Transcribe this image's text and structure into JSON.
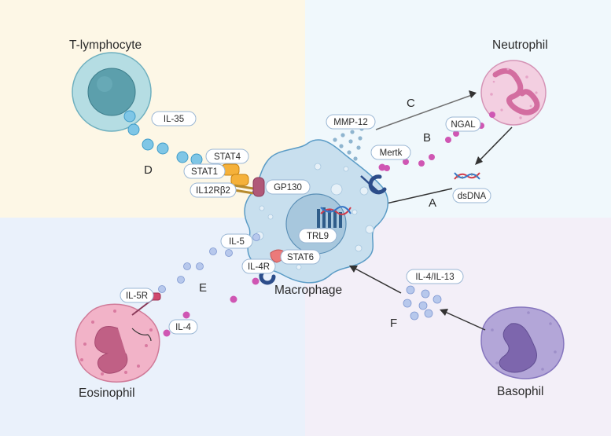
{
  "diagram": {
    "colors": {
      "bg_top_left": "#fdf7e6",
      "bg_top_right": "#f0f8fc",
      "bg_bottom_left": "#eaf1fb",
      "bg_bottom_right": "#f3eff8",
      "macrophage": "#c8dfee",
      "t_cell": "#9fd0da",
      "neutrophil": "#f3cfe1",
      "eosinophil": "#f2b3c8",
      "basophil": "#b3a6d8",
      "cytokine_blue": "#7fc6e6",
      "cytokine_pale": "#b7c8ec",
      "cytokine_pink": "#cf56b3",
      "receptor_orange": "#f5b13a",
      "receptor_mauve": "#b05878"
    },
    "cells": {
      "t_lymphocyte": "T-lymphocyte",
      "neutrophil": "Neutrophil",
      "macrophage": "Macrophage",
      "eosinophil": "Eosinophil",
      "basophil": "Basophil"
    },
    "labels": {
      "il35": "IL-35",
      "stat4": "STAT4",
      "stat1": "STAT1",
      "il12rb2": "IL12Rβ2",
      "gp130": "GP130",
      "mmp12": "MMP-12",
      "mertk": "Mertk",
      "ngal": "NGAL",
      "dsdna": "dsDNA",
      "trl9": "TRL9",
      "il5": "IL-5",
      "il4r": "IL-4R",
      "stat6": "STAT6",
      "il5r": "IL-5R",
      "il4": "IL-4",
      "il4_il13": "IL-4/IL-13"
    },
    "pathways": {
      "a": "A",
      "b": "B",
      "c": "C",
      "d": "D",
      "e": "E",
      "f": "F"
    }
  }
}
